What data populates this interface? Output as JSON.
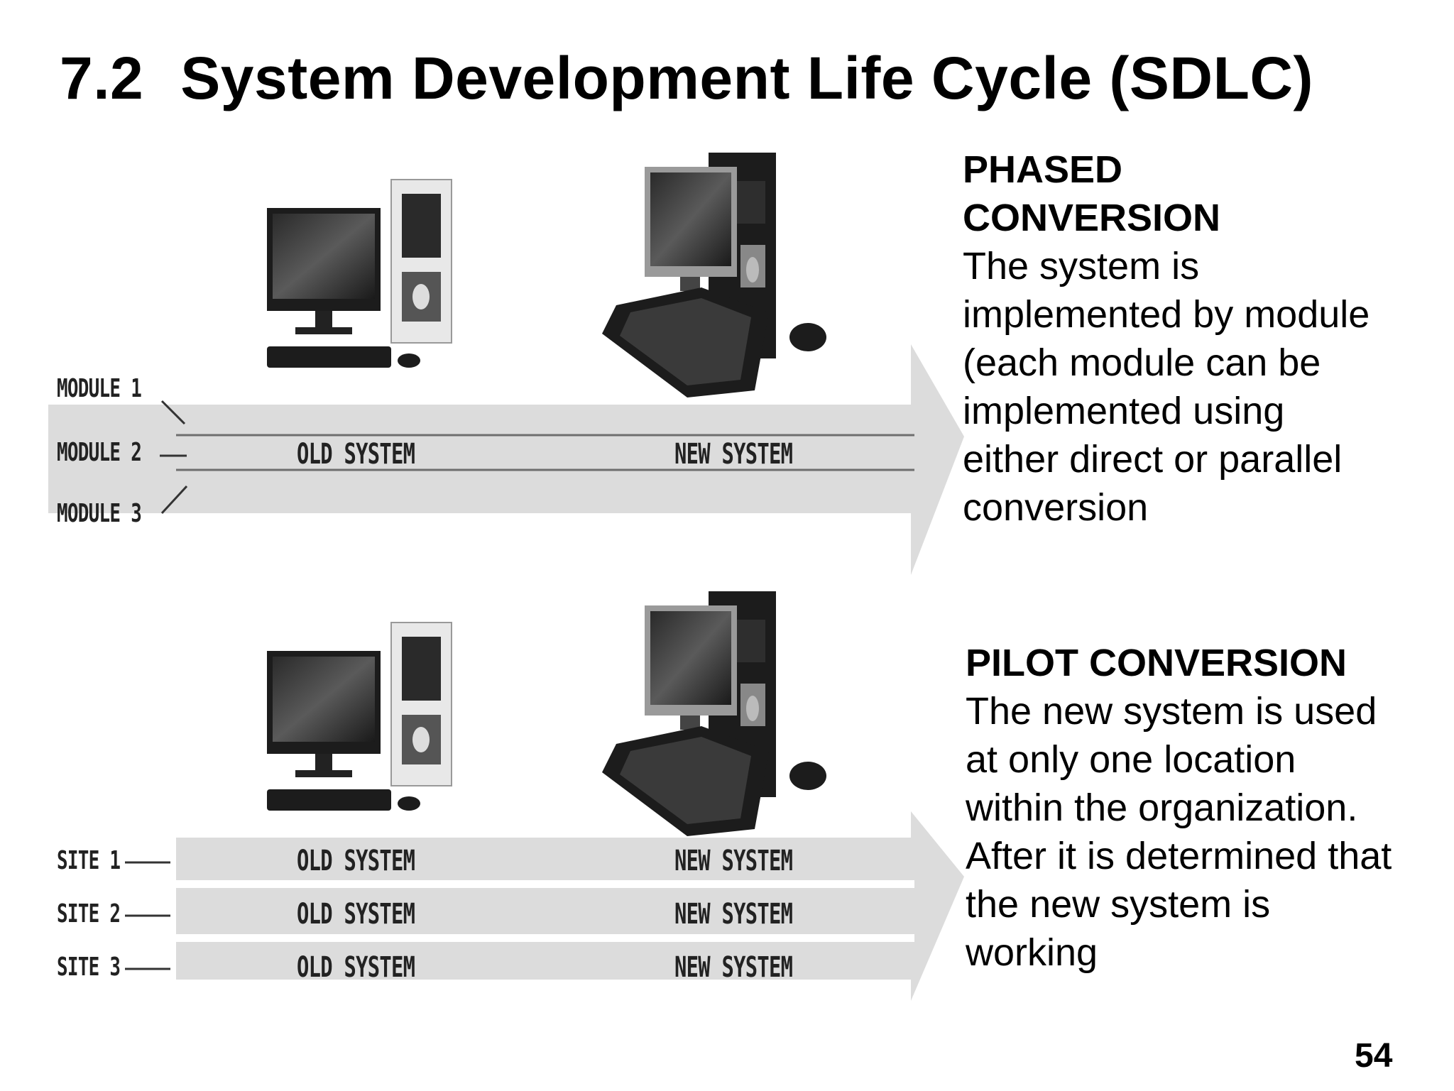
{
  "slide": {
    "number": "7.2",
    "title": "System Development Life Cycle (SDLC)",
    "page_number": "54"
  },
  "phased": {
    "heading_line1": "PHASED",
    "heading_line2": "CONVERSION",
    "body": "The system is\nimplemented by module\n(each module can be\nimplemented using\neither direct or parallel\nconversion",
    "labels": [
      "MODULE 1",
      "MODULE 2",
      "MODULE 3"
    ],
    "old_label": "OLD SYSTEM",
    "new_label": "NEW SYSTEM"
  },
  "pilot": {
    "heading": "PILOT CONVERSION",
    "body": "The new system is used\nat only one location\nwithin the organization.\nAfter it is determined that\nthe new system is\nworking",
    "labels": [
      "SITE 1",
      "SITE 2",
      "SITE 3"
    ],
    "rows": [
      {
        "old_label": "OLD SYSTEM",
        "new_label": "NEW SYSTEM"
      },
      {
        "old_label": "OLD SYSTEM",
        "new_label": "NEW SYSTEM"
      },
      {
        "old_label": "OLD SYSTEM",
        "new_label": "NEW SYSTEM"
      }
    ]
  },
  "colors": {
    "arrow_fill": "#dcdcdc",
    "band_line": "#6e6e6e",
    "computer_dark": "#1c1c1c",
    "screen": "#3a3a3a"
  }
}
